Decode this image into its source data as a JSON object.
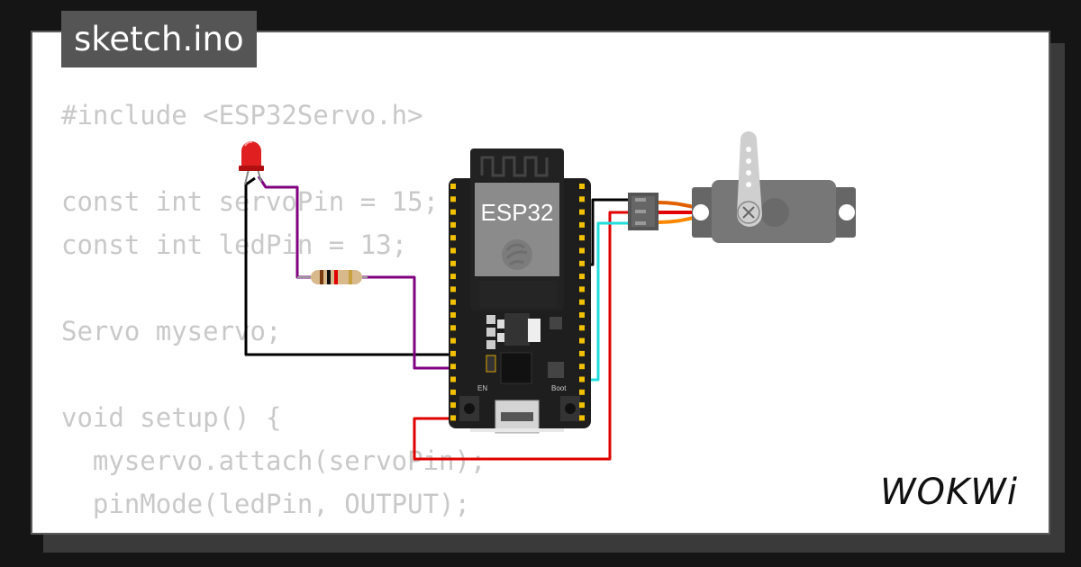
{
  "sketch": {
    "filename": "sketch.ino"
  },
  "code_lines": [
    "#include <ESP32Servo.h>",
    "",
    "const int servoPin = 15;",
    "const int ledPin = 13;",
    "",
    "Servo myservo;",
    "",
    "void setup() {",
    "  myservo.attach(servoPin);",
    "  pinMode(ledPin, OUTPUT);",
    "}"
  ],
  "board": {
    "label": "ESP32",
    "btn_en": "EN",
    "btn_boot": "Boot"
  },
  "brand": {
    "logo_text": "WOKWi"
  },
  "colors": {
    "background": "#151515",
    "card": "#ffffff",
    "tab": "#555555",
    "code_text": "#c9c9c9",
    "wire_black": "#000000",
    "wire_purple": "#800080",
    "wire_red": "#e00000",
    "wire_cyan": "#22dddd",
    "wire_orange": "#ff8800",
    "led_red": "#e02020",
    "pin_gold": "#f2c200"
  },
  "icons": [
    "led-icon",
    "resistor-icon",
    "esp32-board",
    "servo-motor",
    "wifi-antenna-icon",
    "espressif-logo-icon"
  ]
}
